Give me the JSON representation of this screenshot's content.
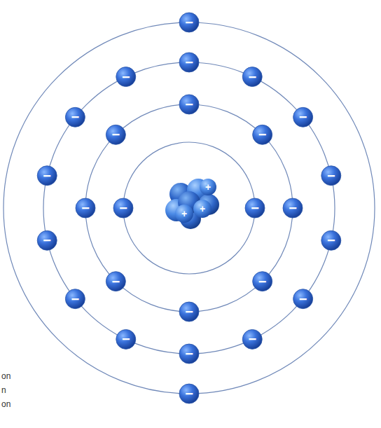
{
  "diagram": {
    "labels": [
      "−",
      "−",
      "−",
      "−",
      "−",
      "−",
      "−",
      "−",
      "−",
      "−",
      "−",
      "−",
      "−",
      "−",
      "−",
      "−",
      "−",
      "−",
      "−",
      "−",
      "−",
      "−",
      "−",
      "−",
      "−",
      "−",
      "+",
      "+",
      "+",
      "on",
      "n",
      "on"
    ]
  }
}
